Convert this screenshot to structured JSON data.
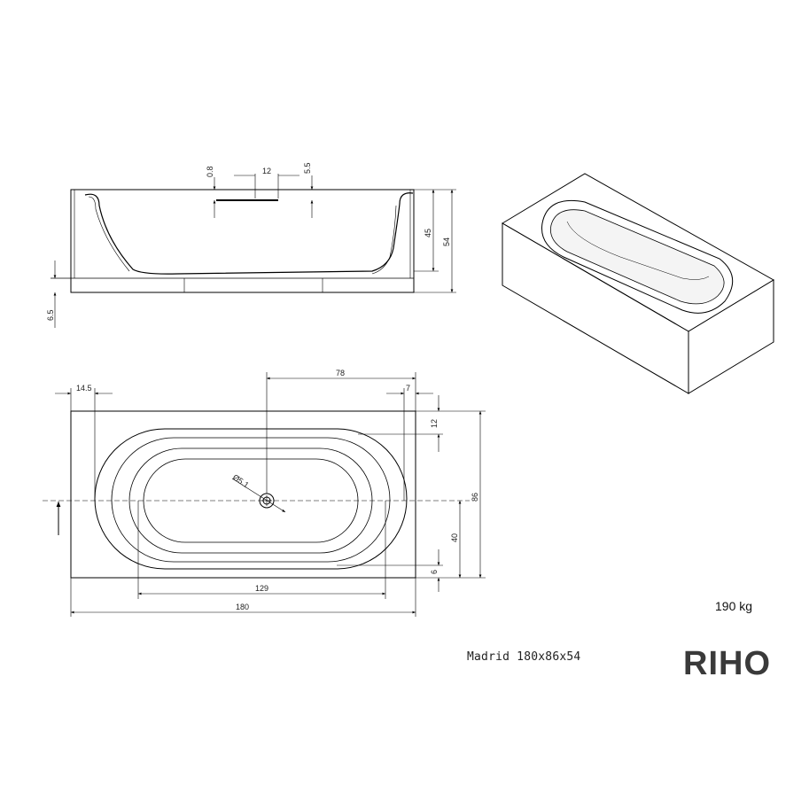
{
  "side_view": {
    "dims": {
      "rim_thickness": "0.8",
      "overflow_width": "12",
      "overflow_height": "5.5",
      "inner_depth": "45",
      "total_height": "54",
      "base_height": "6.5"
    }
  },
  "top_view": {
    "dims": {
      "edge_offset": "14.5",
      "drain_from_right": "78",
      "right_edge": "7",
      "top_edge": "12",
      "width": "86",
      "drain_height": "40",
      "bottom_edge": "6",
      "inner_length": "129",
      "length": "180",
      "drain_diameter": "Ø5.1"
    }
  },
  "weight": "190 kg",
  "model": "Madrid 180x86x54",
  "brand": "RIHO"
}
